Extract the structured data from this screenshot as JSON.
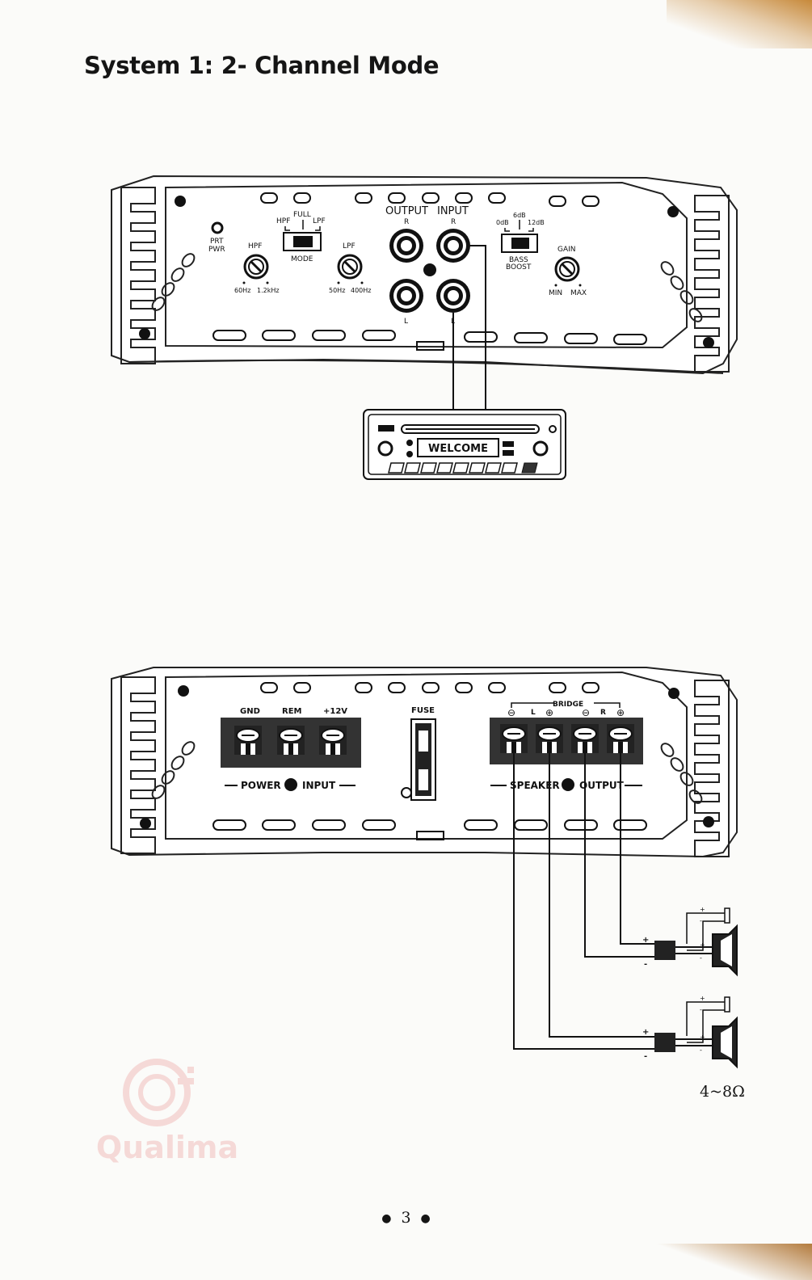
{
  "page_title": "System 1:  2- Channel Mode",
  "top_amp": {
    "prt": "PRT",
    "pwr": "PWR",
    "hpf_label": "HPF",
    "mode_hpf": "HPF",
    "mode_full": "FULL",
    "mode_lpf": "LPF",
    "mode_label": "MODE",
    "hpf_min": "60Hz",
    "hpf_max": "1.2kHz",
    "lpf_label": "LPF",
    "lpf_min": "50Hz",
    "lpf_max": "400Hz",
    "output_label": "OUTPUT",
    "input_label": "INPUT",
    "right_ch": "R",
    "left_ch": "L",
    "bass_0db": "0dB",
    "bass_6db": "6dB",
    "bass_12db": "12dB",
    "bass_boost_1": "BASS",
    "bass_boost_2": "BOOST",
    "gain_label": "GAIN",
    "gain_min": "MIN",
    "gain_max": "MAX"
  },
  "head_unit": {
    "display_text": "WELCOME"
  },
  "bottom_amp": {
    "gnd": "GND",
    "rem": "REM",
    "v12": "+12V",
    "fuse": "FUSE",
    "power_input_1": "POWER",
    "power_input_2": "INPUT",
    "bridge": "BRIDGE",
    "left_ch": "L",
    "right_ch": "R",
    "speaker_output_1": "SPEAKER",
    "speaker_output_2": "OUTPUT"
  },
  "speakers": {
    "plus": "+",
    "minus": "-"
  },
  "impedance": "4~8Ω",
  "page_number": "3",
  "watermark": "Qualima"
}
